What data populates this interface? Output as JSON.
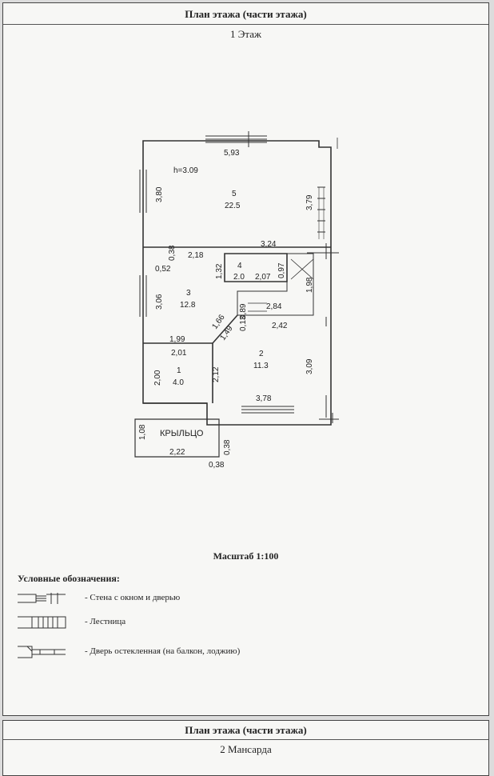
{
  "sheet1": {
    "title": "План этажа (части этажа)",
    "floor": "1 Этаж",
    "plan_labels": {
      "dim_593": "5,93",
      "height": "h=3.09",
      "dim_380": "3,80",
      "dim_379": "3,79",
      "room5_no": "5",
      "room5_area": "22.5",
      "dim_324": "3,24",
      "dim_218": "2,18",
      "dim_038a": "0,38",
      "dim_052": "0,52",
      "dim_132": "1,32",
      "room4_no": "4",
      "room4_area": "2.0",
      "dim_207": "2,07",
      "dim_097": "0,97",
      "dim_198": "1,98",
      "room3_no": "3",
      "room3_area": "12.8",
      "dim_306": "3,06",
      "dim_089": "0,89",
      "dim_284": "2,84",
      "dim_166": "1,66",
      "dim_013": "0,13",
      "dim_242": "2,42",
      "dim_149": "1,49",
      "dim_199": "1,99",
      "dim_201": "2,01",
      "room2_no": "2",
      "room2_area": "11.3",
      "dim_309": "3,09",
      "room1_no": "1",
      "room1_area": "4.0",
      "dim_200": "2,00",
      "dim_212": "2,12",
      "dim_378": "3,78",
      "dim_108": "1,08",
      "porch": "КРЫЛЬЦО",
      "dim_038b": "0,38",
      "dim_222": "2,22",
      "dim_038c": "0,38"
    },
    "scale": "Масштаб 1:100",
    "legend_title": "Условные обозначения:",
    "legend": [
      {
        "label": "- Стена с окном и дверью"
      },
      {
        "label": "- Лестница"
      },
      {
        "label": "- Дверь остекленная (на балкон, лоджию)"
      }
    ]
  },
  "sheet2": {
    "title": "План этажа (части этажа)",
    "floor": "2 Мансарда"
  }
}
